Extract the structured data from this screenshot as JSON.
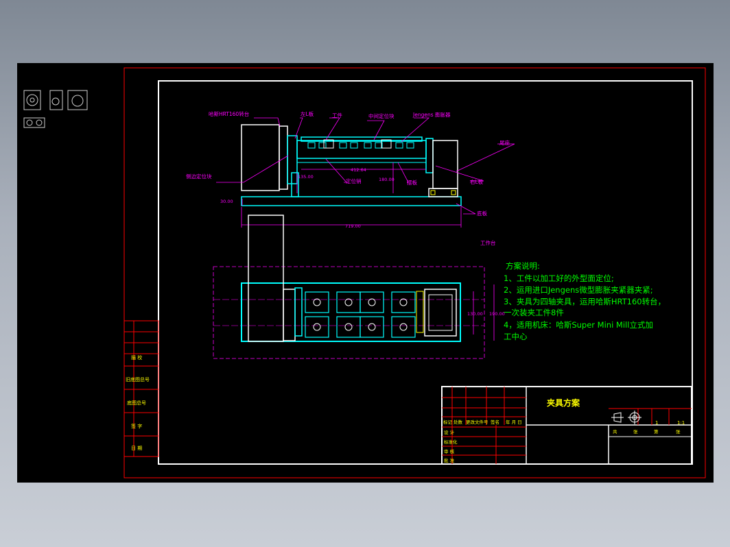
{
  "labels": {
    "hrt160": "哈斯HRT160转台",
    "left_plate": "左L板",
    "workpiece": "工件",
    "middle_locator": "中间定位块",
    "jengens": "Jengens 膨胀器",
    "tailstock": "尾座",
    "side_locator": "侧边定位块",
    "pin": "定位销",
    "swing_plate": "摆板",
    "right_plate": "右L板",
    "base_plate": "底板",
    "worktable": "工作台"
  },
  "dimensions": {
    "d1": "412.64",
    "d2": "135.00",
    "d3": "180.00",
    "d4": "30.00",
    "d5": "719.00",
    "d6": "130.00",
    "d7": "190.00"
  },
  "notes": {
    "title": "方案说明:",
    "l1": "1、工件以加工好的外型面定位;",
    "l2": "2、运用进口Jengens微型膨胀夹紧器夹紧;",
    "l3": "3、夹具为四轴夹具，运用哈斯HRT160转台，",
    "l4": "一次装夹工件8件",
    "l5": "4，适用机床：哈斯Super  Mini  Mill立式加",
    "l6": "工中心"
  },
  "title_block": {
    "title": "夹具方案",
    "scale": "1:1",
    "sheet": "1",
    "row_labels": [
      "标记",
      "处数",
      "更改文件号",
      "签名",
      "年 月 日"
    ],
    "left_rows": [
      "设 计",
      "标准化",
      "审 核",
      "批 准"
    ],
    "bottom_headers": [
      "共",
      "张",
      "第",
      "张"
    ]
  },
  "side_stamp": [
    "描 校",
    "旧底图总号",
    "底图总号",
    "签 字",
    "日 期"
  ],
  "colors": {
    "frame_red": "#ff0000",
    "border_white": "#ffffff",
    "part_cyan": "#00ffff",
    "dim_magenta": "#ff00ff",
    "note_green": "#00ff00",
    "label_yellow": "#ffff00"
  }
}
